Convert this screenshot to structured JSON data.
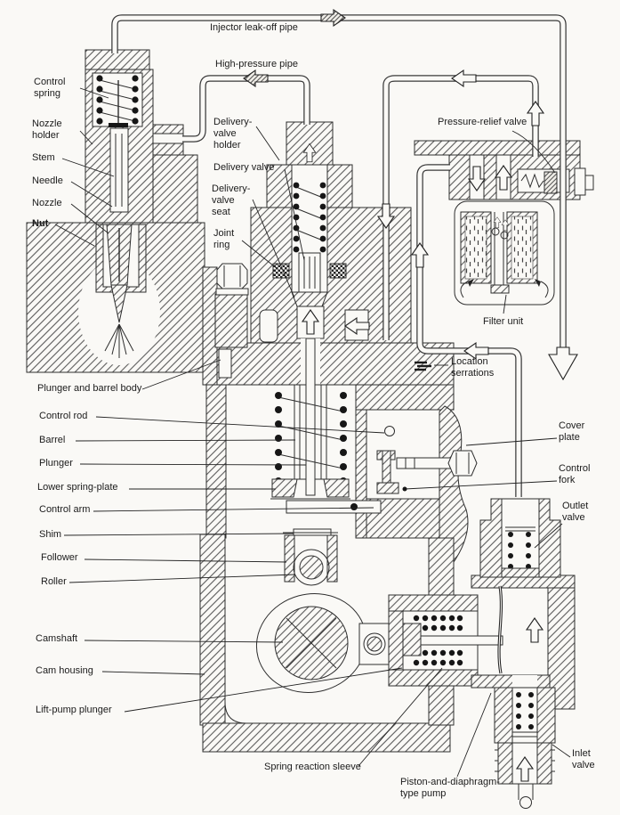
{
  "figure": {
    "kind": "sectional diagram of a diesel fuel-injection pump, injector and lift pump",
    "colors": {
      "paper": "#faf9f6",
      "ink": "#2e2e2e"
    }
  },
  "labels": {
    "injector_leak_off_pipe": "Injector leak-off pipe",
    "high_pressure_pipe": "High-pressure pipe",
    "control_spring": "Control\nspring",
    "nozzle_holder": "Nozzle\nholder",
    "stem": "Stem",
    "needle": "Needle",
    "nozzle": "Nozzle",
    "nut": "Nut",
    "delivery_valve_holder": "Delivery-\nvalve\nholder",
    "delivery_valve": "Delivery valve",
    "delivery_valve_seat": "Delivery-\nvalve\nseat",
    "joint_ring": "Joint\nring",
    "pressure_relief_valve": "Pressure-relief valve",
    "filter_unit": "Filter unit",
    "location_serrations": "Location\nserrations",
    "plunger_and_barrel_body": "Plunger and barrel body",
    "control_rod": "Control rod",
    "barrel": "Barrel",
    "plunger": "Plunger",
    "lower_spring_plate": "Lower spring-plate",
    "control_arm": "Control arm",
    "shim": "Shim",
    "follower": "Follower",
    "roller": "Roller",
    "camshaft": "Camshaft",
    "cam_housing": "Cam housing",
    "lift_pump_plunger": "Lift-pump plunger",
    "cover_plate": "Cover\nplate",
    "control_fork": "Control\nfork",
    "outlet_valve": "Outlet\nvalve",
    "inlet_valve": "Inlet\nvalve",
    "spring_reaction_sleeve": "Spring reaction sleeve",
    "piston_and_diaphragm_type_pump": "Piston-and-diaphragm-\ntype pump"
  }
}
